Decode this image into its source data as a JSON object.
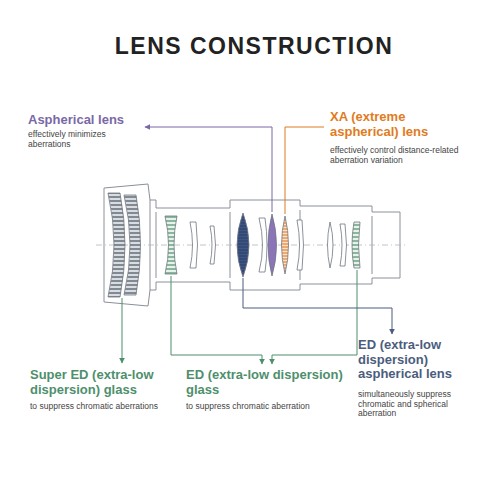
{
  "diagram": {
    "title": "LENS CONSTRUCTION",
    "labels": [
      "Aspherical lens",
      "effectively minimizes aberrations",
      "XA (extreme aspherical) lens",
      "effectively control distance-related aberration variation",
      "Super ED (extra-low dispersion) glass",
      "to suppress chromatic aberrations",
      "ED (extra-low dispersion) glass",
      "to suppress chromatic aberration",
      "ED (extra-low dispersion) aspherical lens",
      "simultaneously suppress chromatic and spherical aberration"
    ]
  }
}
